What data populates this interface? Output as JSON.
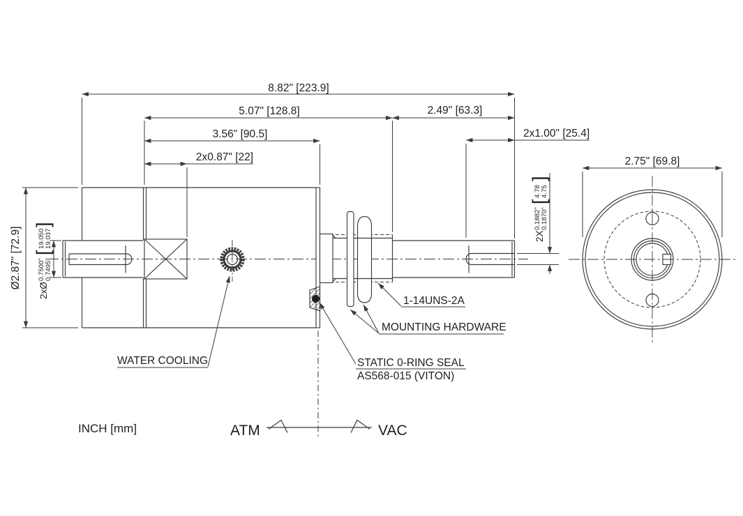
{
  "drawing": {
    "type": "dimensioned engineering drawing, rotary water-cooled feedthrough",
    "colors": {
      "line": "#3a3a3a",
      "text": "#1f1f1f",
      "background": "#ffffff"
    }
  },
  "dims": {
    "overall": "8.82\" [223.9]",
    "body_to_thread_end": "5.07\" [128.8]",
    "thread_end_to_shaft_end": "2.49\" [63.3]",
    "body_to_flange": "3.56\" [90.5]",
    "key_section": "2x0.87\" [22]",
    "keyseat_length": "2x1.00\" [25.4]",
    "flange_od": "2.75\" [69.8]",
    "body_od": "Ø2.87\" [72.9]"
  },
  "shaft_dia": {
    "prefix": "2xØ",
    "inch_hi": "0.7500\"",
    "inch_lo": "0.7495\"",
    "mm_hi": "19.050",
    "mm_lo": "19.037"
  },
  "key_width": {
    "prefix": "2X",
    "inch_hi": "0.1882\"",
    "inch_lo": "0.1870\"",
    "mm_hi": "4.78",
    "mm_lo": "4.75"
  },
  "misc": {
    "bracket_open": "[",
    "bracket_close": "]"
  },
  "labels": {
    "water_cooling": "WATER COOLING",
    "thread_spec": "1-14UNS-2A",
    "mounting_hardware": "MOUNTING HARDWARE",
    "oring_line1": "STATIC 0-RING SEAL",
    "oring_line2": "AS568-015 (VITON)",
    "units": "INCH [mm]",
    "atm": "ATM",
    "vac": "VAC"
  }
}
